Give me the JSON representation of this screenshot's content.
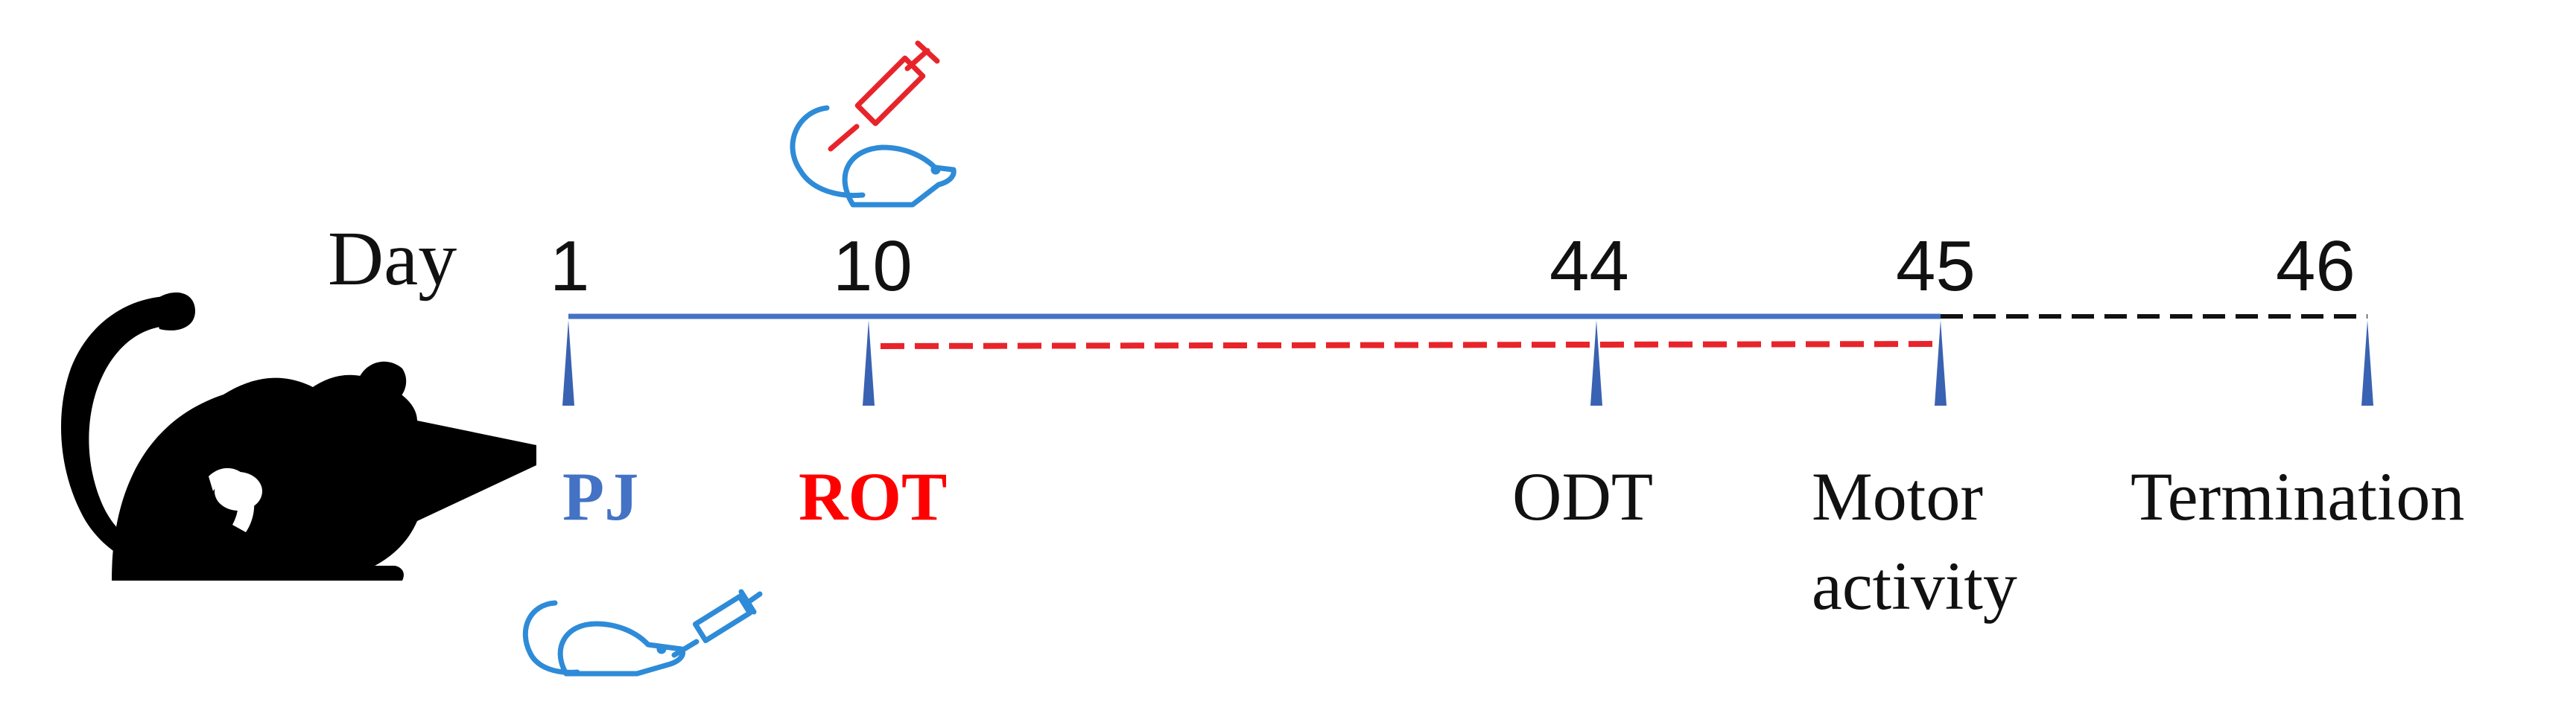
{
  "timeline": {
    "day_label": "Day",
    "days": [
      "1",
      "10",
      "44",
      "45",
      "46"
    ],
    "events": [
      {
        "label": "PJ"
      },
      {
        "label": "ROT"
      },
      {
        "label": "ODT"
      },
      {
        "label_lines": [
          "Motor",
          "activity"
        ]
      },
      {
        "label": "Termination"
      }
    ]
  },
  "icons": {
    "large": "mouse-silhouette-icon",
    "pj": "mouse-injection-icon",
    "rot": "mouse-injection-icon"
  },
  "colors": {
    "pj": "#4472C4",
    "rot": "#FF0000",
    "main_line": "#4472C4",
    "rot_dashed": "#E8242B",
    "after_dashed": "#111111",
    "marker": "#3A62B2",
    "text": "#111111",
    "icon_blue": "#2E8BD8",
    "icon_red": "#E8242B"
  }
}
